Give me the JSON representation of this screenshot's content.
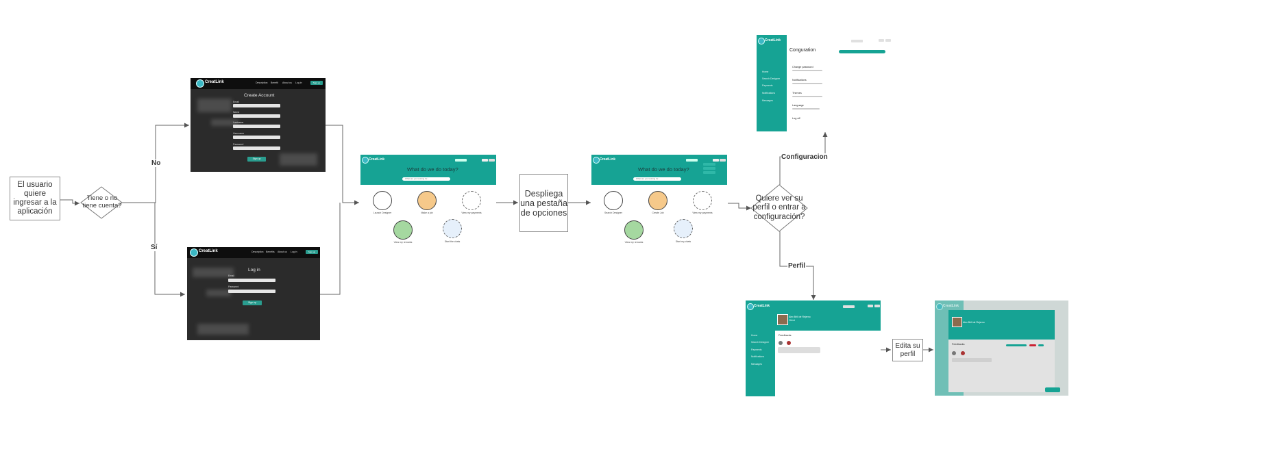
{
  "nodes": {
    "start": "El usuario quiere ingresar a la aplicación",
    "decision_account": "Tiene o no tiene cuenta?",
    "options_tab": "Despliega una pestaña de opciones",
    "decision_profile": "Quiere ver su perfil o entrar a configuración?",
    "edit_profile": "Edita su perfil"
  },
  "edges": {
    "no": "No",
    "si": "Sí",
    "configuracion": "Configuracion",
    "perfil": "Perfil"
  },
  "create_account_screen": {
    "brand": "CreatLink",
    "nav": [
      "Description",
      "Benefit",
      "About us",
      "Log in"
    ],
    "nav_button": "Sign up",
    "title": "Create Account",
    "fields": [
      "Email",
      "Name",
      "Lastname",
      "Username",
      "Password"
    ],
    "submit": "Sign up"
  },
  "login_screen": {
    "brand": "CreatLink",
    "nav": [
      "Description",
      "Benefits",
      "About us",
      "Log in"
    ],
    "nav_button": "Sign up",
    "title": "Log in",
    "fields": [
      "Email",
      "Password"
    ],
    "submit": "Sign up"
  },
  "home_screen": {
    "brand": "CreatLink",
    "hero": "What do we do today?",
    "search_placeholder": "What are you looking for...",
    "options": [
      "Launch Designer",
      "Make a job",
      "View my payments",
      "View my remarks",
      "Start the chats"
    ]
  },
  "home_screen_menu": {
    "brand": "CreatLink",
    "hero": "What do we do today?",
    "search_placeholder": "What are you looking for...",
    "options": [
      "Search Designer",
      "Create Job",
      "View my payments",
      "View my remarks",
      "Start my chats"
    ]
  },
  "config_screen": {
    "brand": "CreatLink",
    "title": "Conguration",
    "sidebar": [
      "Home",
      "Search Designer",
      "Payments",
      "Notifications",
      "Messages"
    ],
    "sections": [
      "Change password",
      "Notifications",
      "Themes",
      "Language",
      "Log off"
    ]
  },
  "profile_screen": {
    "brand": "CreatLink",
    "name": "Alex Brill de Rejerno",
    "role": "Client",
    "feed_title": "Feedbacks",
    "sidebar": [
      "Home",
      "Search Designer",
      "Payments",
      "Notifications",
      "Messages"
    ]
  },
  "edit_profile_screen": {
    "brand": "CreatLink",
    "name": "Alex Brill de Rejerno",
    "feed_title": "Feedbacks"
  }
}
